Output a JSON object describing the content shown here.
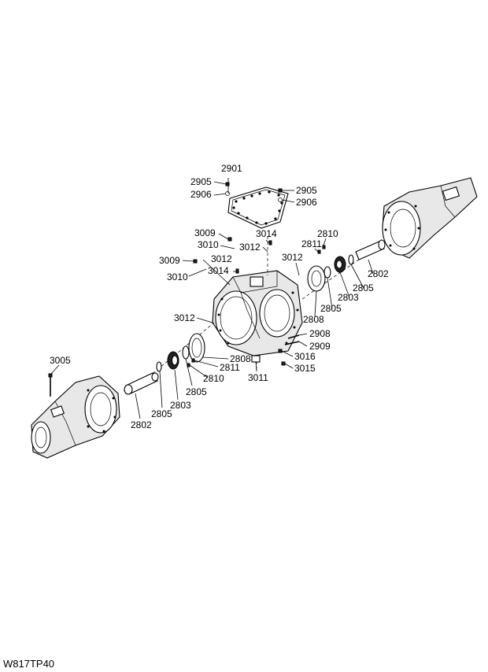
{
  "figure_code": "W817TP40",
  "labels": [
    {
      "id": "l2901",
      "text": "2901"
    },
    {
      "id": "l2905a",
      "text": "2905"
    },
    {
      "id": "l2906a",
      "text": "2906"
    },
    {
      "id": "l2905b",
      "text": "2905"
    },
    {
      "id": "l2906b",
      "text": "2906"
    },
    {
      "id": "l3009a",
      "text": "3009"
    },
    {
      "id": "l3010a",
      "text": "3010"
    },
    {
      "id": "l3014a",
      "text": "3014"
    },
    {
      "id": "l3012a",
      "text": "3012"
    },
    {
      "id": "l2810a",
      "text": "2810"
    },
    {
      "id": "l2811a",
      "text": "2811"
    },
    {
      "id": "l3012b",
      "text": "3012"
    },
    {
      "id": "l3012c",
      "text": "3012"
    },
    {
      "id": "l3009b",
      "text": "3009"
    },
    {
      "id": "l3010b",
      "text": "3010"
    },
    {
      "id": "l3014b",
      "text": "3014"
    },
    {
      "id": "l2802a",
      "text": "2802"
    },
    {
      "id": "l2805a",
      "text": "2805"
    },
    {
      "id": "l2803a",
      "text": "2803"
    },
    {
      "id": "l2805b",
      "text": "2805"
    },
    {
      "id": "l2808a",
      "text": "2808"
    },
    {
      "id": "l3012d",
      "text": "3012"
    },
    {
      "id": "l2908",
      "text": "2908"
    },
    {
      "id": "l2909",
      "text": "2909"
    },
    {
      "id": "l3005",
      "text": "3005"
    },
    {
      "id": "l2808b",
      "text": "2808"
    },
    {
      "id": "l3016",
      "text": "3016"
    },
    {
      "id": "l2811b",
      "text": "2811"
    },
    {
      "id": "l3015",
      "text": "3015"
    },
    {
      "id": "l2810b",
      "text": "2810"
    },
    {
      "id": "l3011",
      "text": "3011"
    },
    {
      "id": "l2805c",
      "text": "2805"
    },
    {
      "id": "l2803b",
      "text": "2803"
    },
    {
      "id": "l2805d",
      "text": "2805"
    },
    {
      "id": "l2802b",
      "text": "2802"
    }
  ]
}
